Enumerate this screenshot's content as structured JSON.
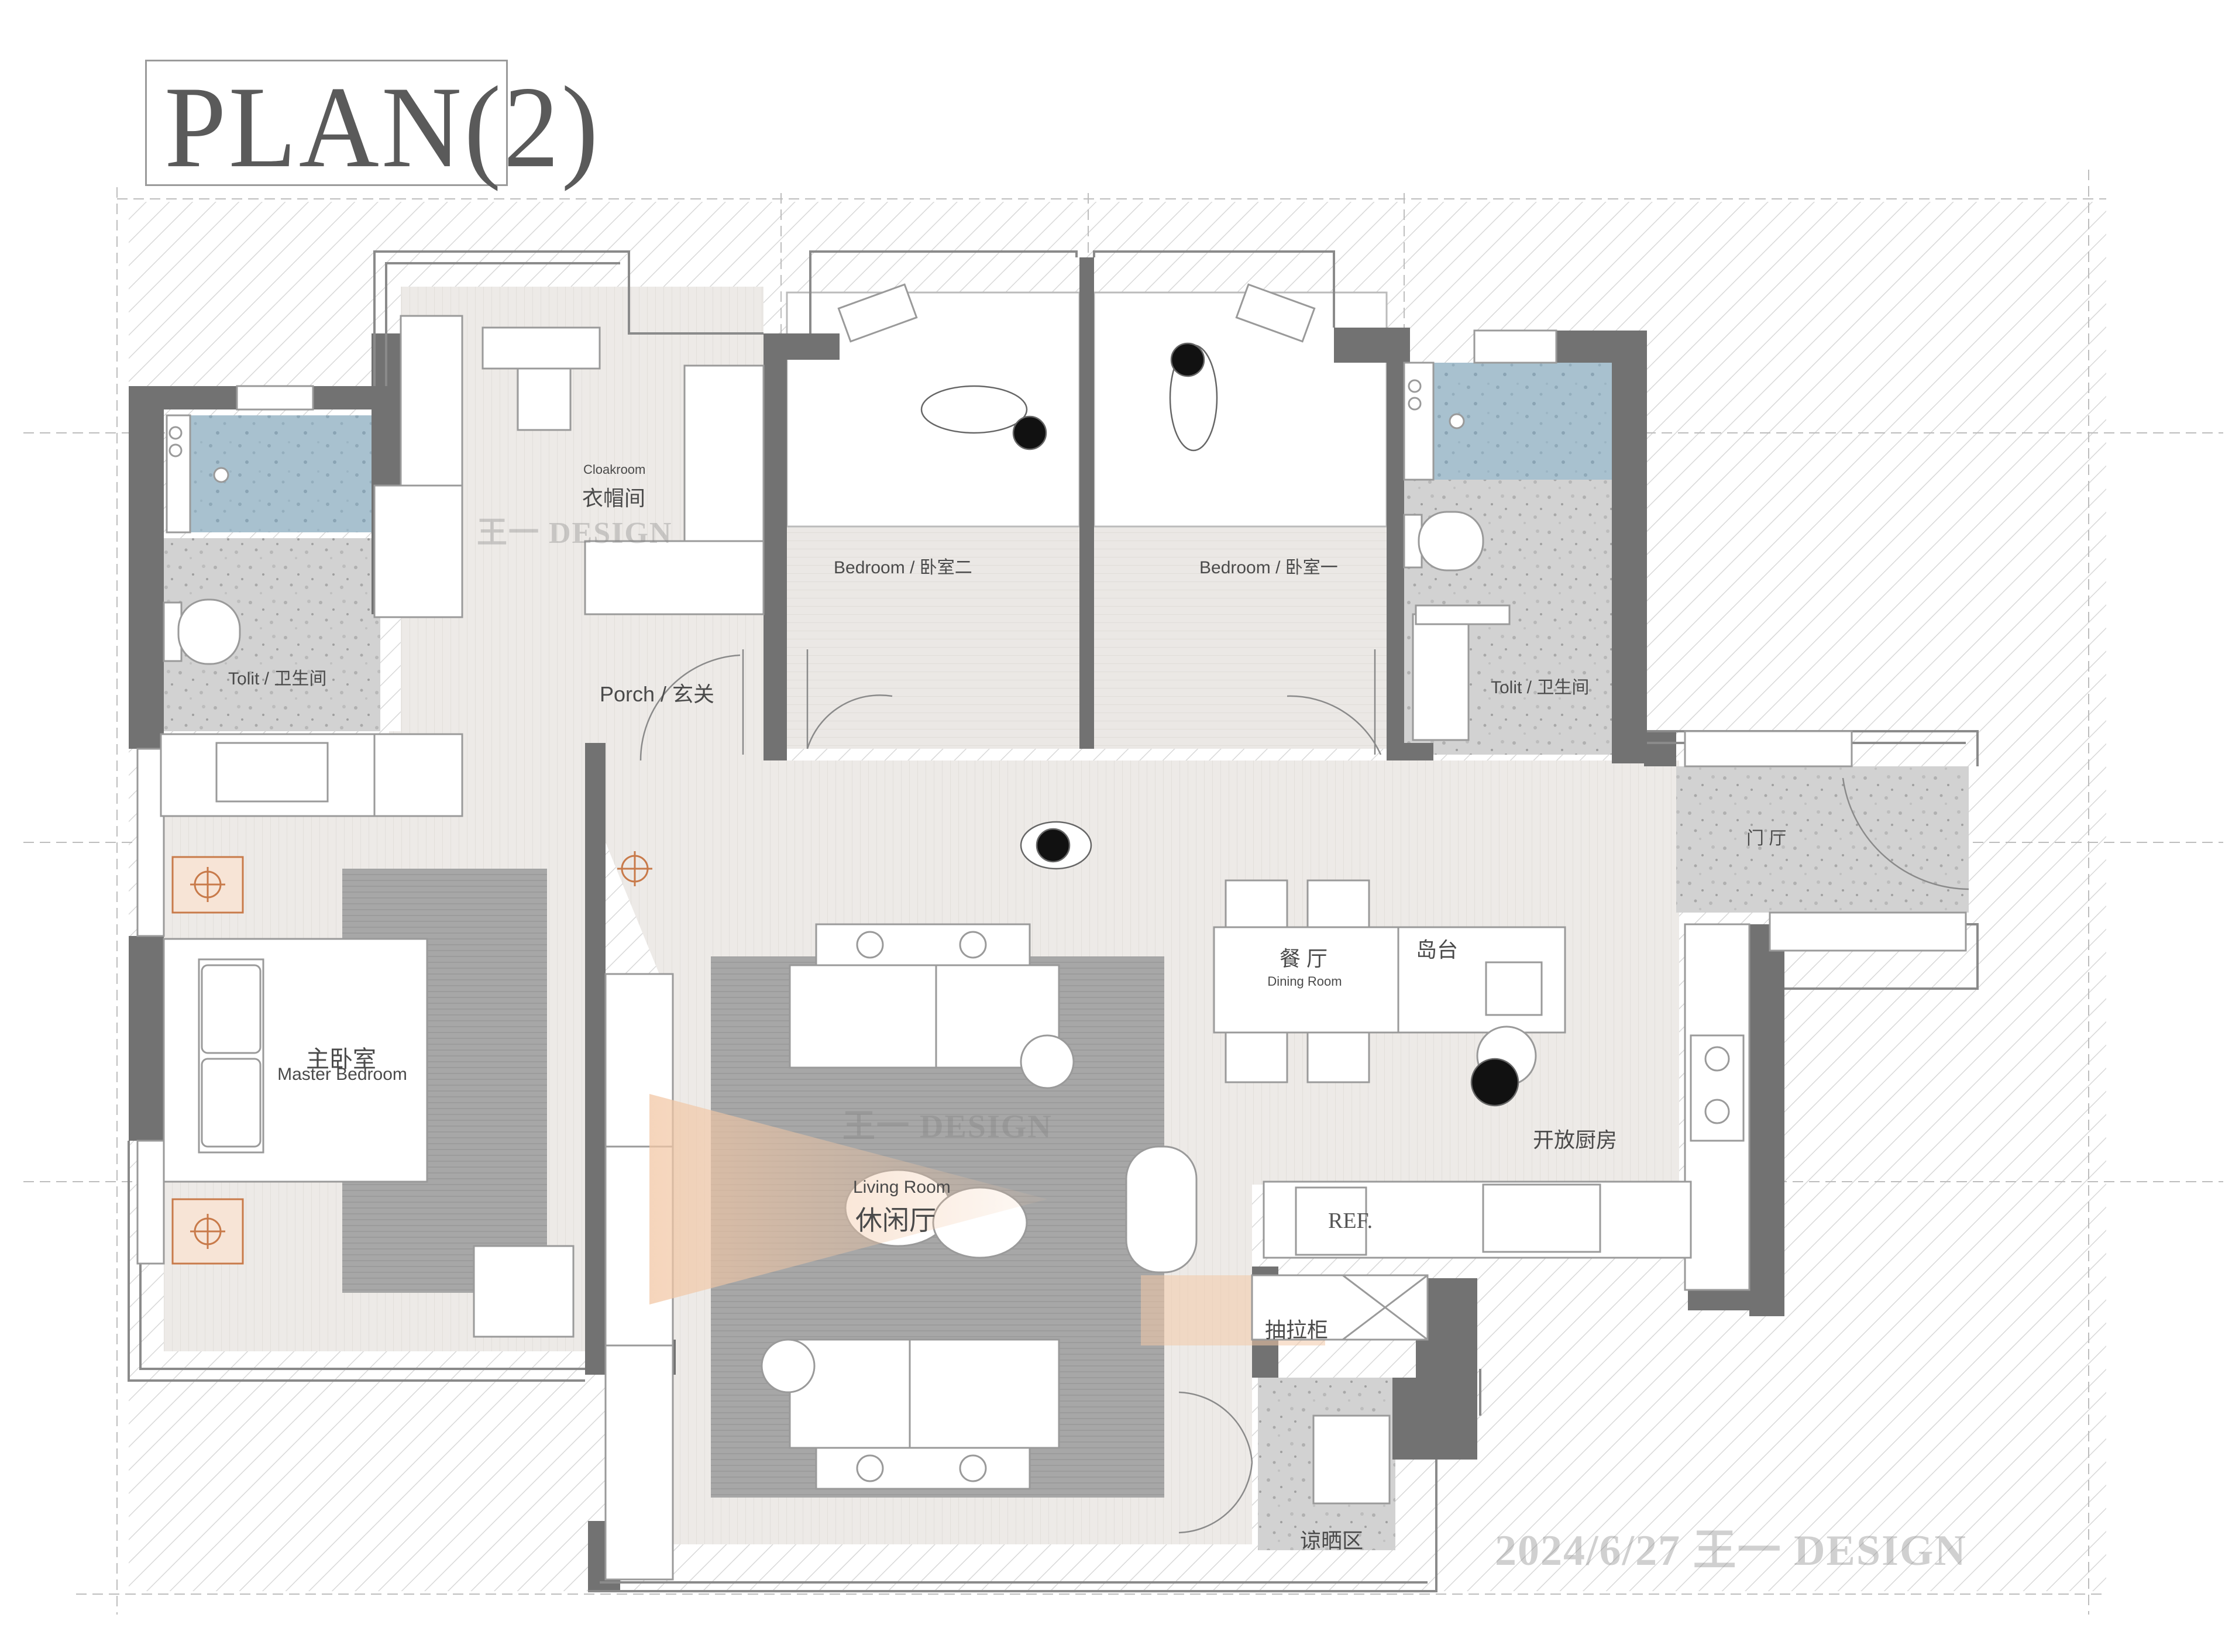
{
  "title": "PLAN(2)",
  "rooms": {
    "cloakroom_en": "Cloakroom",
    "cloakroom_cn": "衣帽间",
    "bedroom2": "Bedroom / 卧室二",
    "bedroom1": "Bedroom / 卧室一",
    "porch": "Porch / 玄关",
    "toilet_left": "Tolit / 卫生间",
    "toilet_right": "Tolit / 卫生间",
    "entry_hall": "门  厅",
    "master_cn": "主卧室",
    "master_en": "Master Bedroom",
    "dining_cn": "餐 厅",
    "dining_en": "Dining Room",
    "island": "岛台",
    "kitchen": "开放厨房",
    "living_en": "Living Room",
    "living_cn": "休闲厅",
    "drawer_cabinet": "抽拉柜",
    "drying_area": "谅晒区",
    "fridge": "REF."
  },
  "watermarks": {
    "top": "王一 DESIGN",
    "middle": "王一 DESIGN",
    "footer": "2024/6/27 王一 DESIGN"
  },
  "colors": {
    "wall": "#707070",
    "floor_wood": "#ece9e6",
    "terrazzo": "#cfcfcf",
    "water": "#a9c3d2",
    "rug": "#a5a5a5",
    "accent": "#f3c9a8"
  }
}
